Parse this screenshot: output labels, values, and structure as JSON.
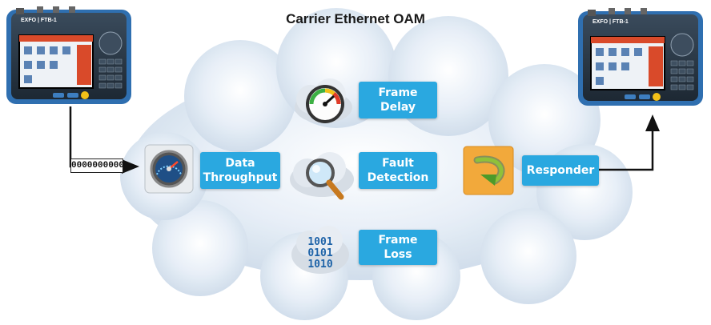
{
  "title": "Carrier Ethernet OAM",
  "counter": "0000000000",
  "labels": {
    "frame_delay": [
      "Frame",
      "Delay"
    ],
    "data_throughput": [
      "Data",
      "Throughput"
    ],
    "fault_detection": [
      "Fault",
      "Detection"
    ],
    "responder": "Responder",
    "frame_loss": [
      "Frame",
      "Loss"
    ]
  },
  "binary": [
    "1001",
    "0101",
    "1010"
  ],
  "devices": {
    "left_brand": "EXFO | FTB-1",
    "right_brand": "EXFO | FTB-1"
  },
  "colors": {
    "label_bg": "#2aa8e0",
    "cloud": "#dbe7f3",
    "responder_bg": "#f2a93b",
    "device_body": "#2b3a4a"
  },
  "icons": [
    "gauge-icon",
    "speedometer-icon",
    "magnifier-icon",
    "loop-arrow-icon",
    "binary-cloud-icon"
  ]
}
